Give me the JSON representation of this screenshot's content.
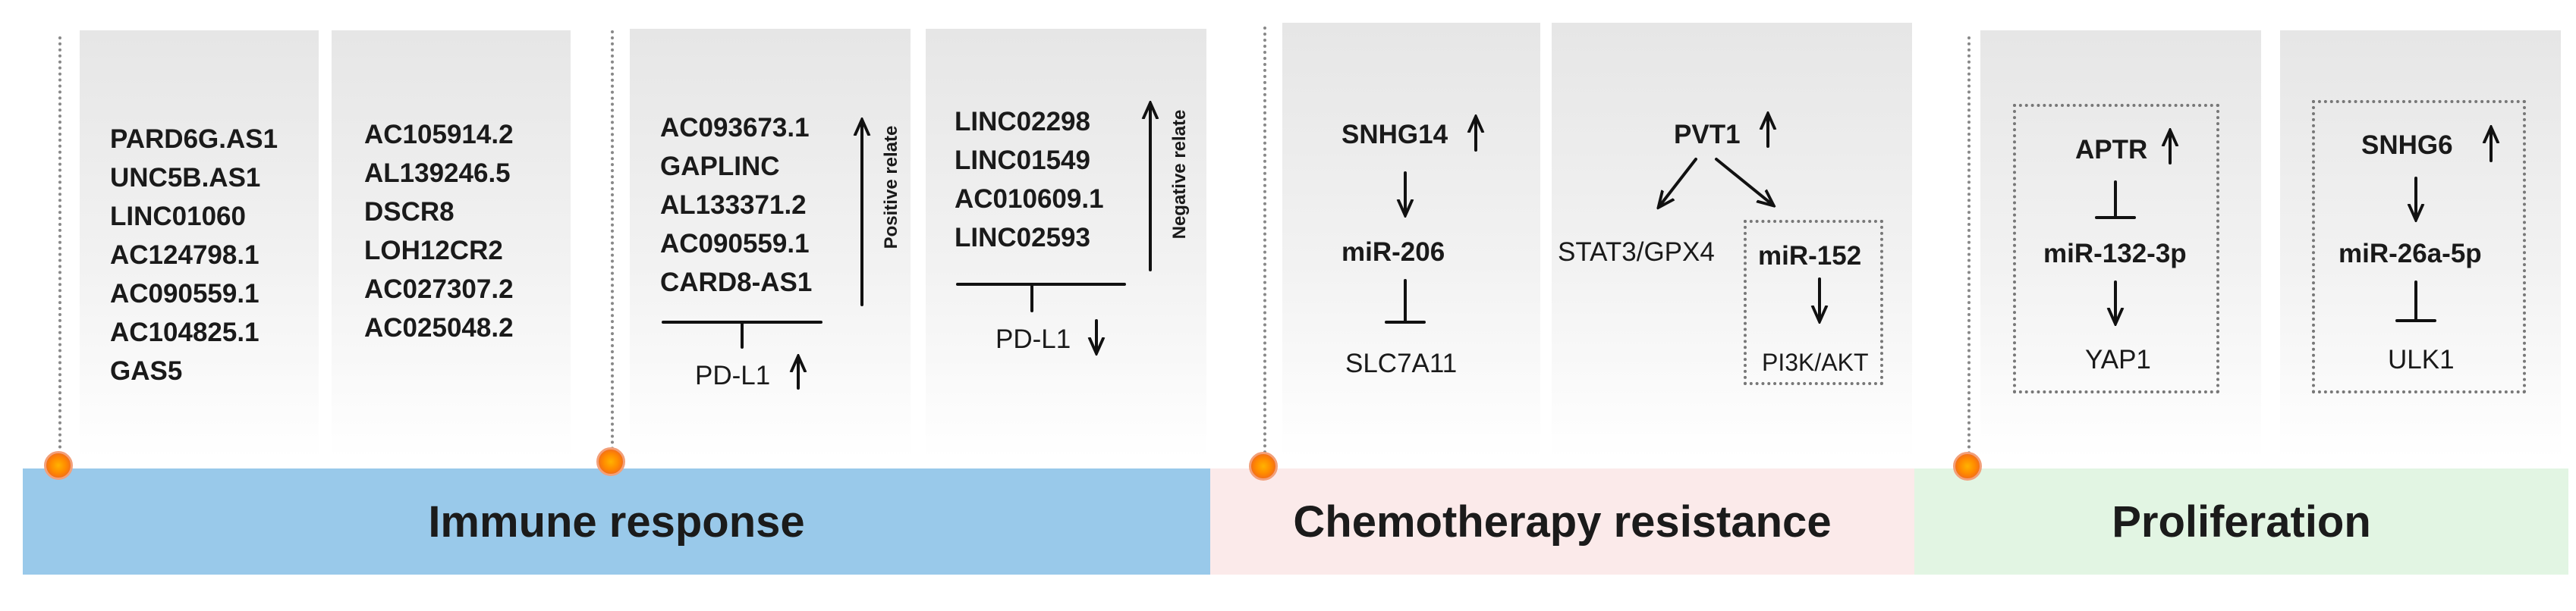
{
  "immune": {
    "list1": [
      "PARD6G.AS1",
      "UNC5B.AS1",
      "LINC01060",
      "AC124798.1",
      "AC090559.1",
      "AC104825.1",
      "GAS5"
    ],
    "list2": [
      "AC105914.2",
      "AL139246.5",
      "DSCR8",
      "LOH12CR2",
      "AC027307.2",
      "AC025048.2"
    ],
    "positive": {
      "genes": [
        "AC093673.1",
        "GAPLINC",
        "AL133371.2",
        "AC090559.1",
        "CARD8-AS1"
      ],
      "relation": "Positive relate",
      "target": "PD-L1"
    },
    "negative": {
      "genes": [
        "LINC02298",
        "LINC01549",
        "AC010609.1",
        "LINC02593"
      ],
      "relation": "Negative relate",
      "target": "PD-L1"
    },
    "band_label": "Immune response",
    "band_color": "#99c9ea"
  },
  "chemo": {
    "snhg14": {
      "lnc": "SNHG14",
      "mirna": "miR-206",
      "target": "SLC7A11"
    },
    "pvt1": {
      "lnc": "PVT1",
      "left_target": "STAT3/GPX4",
      "mirna": "miR-152",
      "pathway": "PI3K/AKT"
    },
    "band_label": "Chemotherapy resistance",
    "band_color": "#fbeaea"
  },
  "prolif": {
    "aptr": {
      "lnc": "APTR",
      "mirna": "miR-132-3p",
      "target": "YAP1"
    },
    "snhg6": {
      "lnc": "SNHG6",
      "mirna": "miR-26a-5p",
      "target": "ULK1"
    },
    "band_label": "Proliferation",
    "band_color": "#e2f5e3"
  }
}
